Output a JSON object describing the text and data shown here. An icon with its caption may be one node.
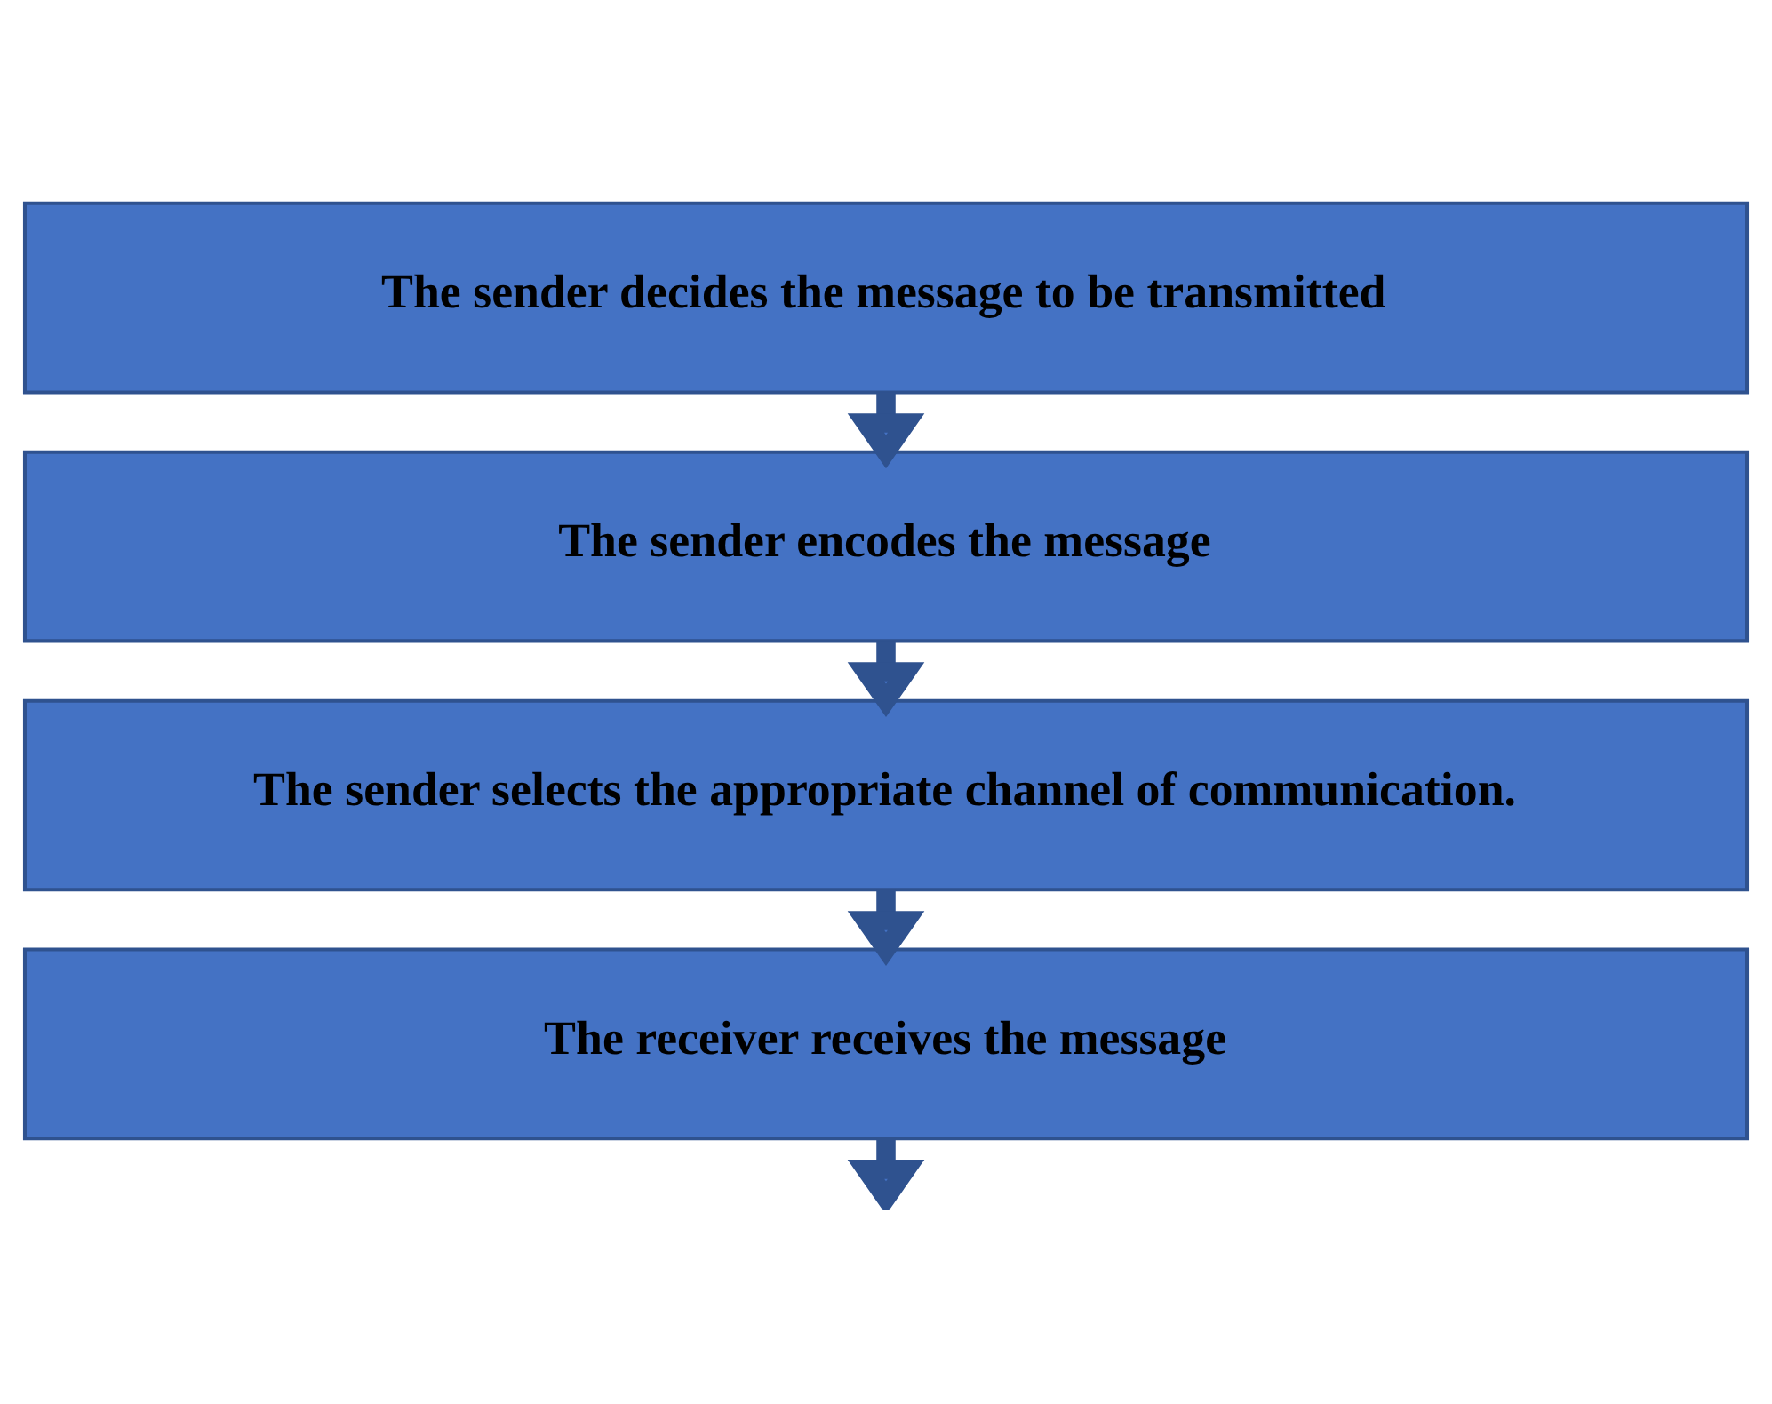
{
  "diagram": {
    "nodes": [
      {
        "text": [
          "The sender decides the message to be transmitted"
        ]
      },
      {
        "text": [
          "The sender encodes the message"
        ]
      },
      {
        "text": [
          "The sender selects the appropriate channel of communication."
        ]
      },
      {
        "text": [
          "The receiver receives the message"
        ]
      }
    ],
    "edges": [
      {
        "from": 0,
        "to": 1,
        "arrow": "to"
      },
      {
        "from": 1,
        "to": 2,
        "arrow": "to"
      },
      {
        "from": 2,
        "to": 3,
        "arrow": "to"
      },
      {
        "from": 3,
        "to": null,
        "arrow": "to"
      }
    ]
  }
}
